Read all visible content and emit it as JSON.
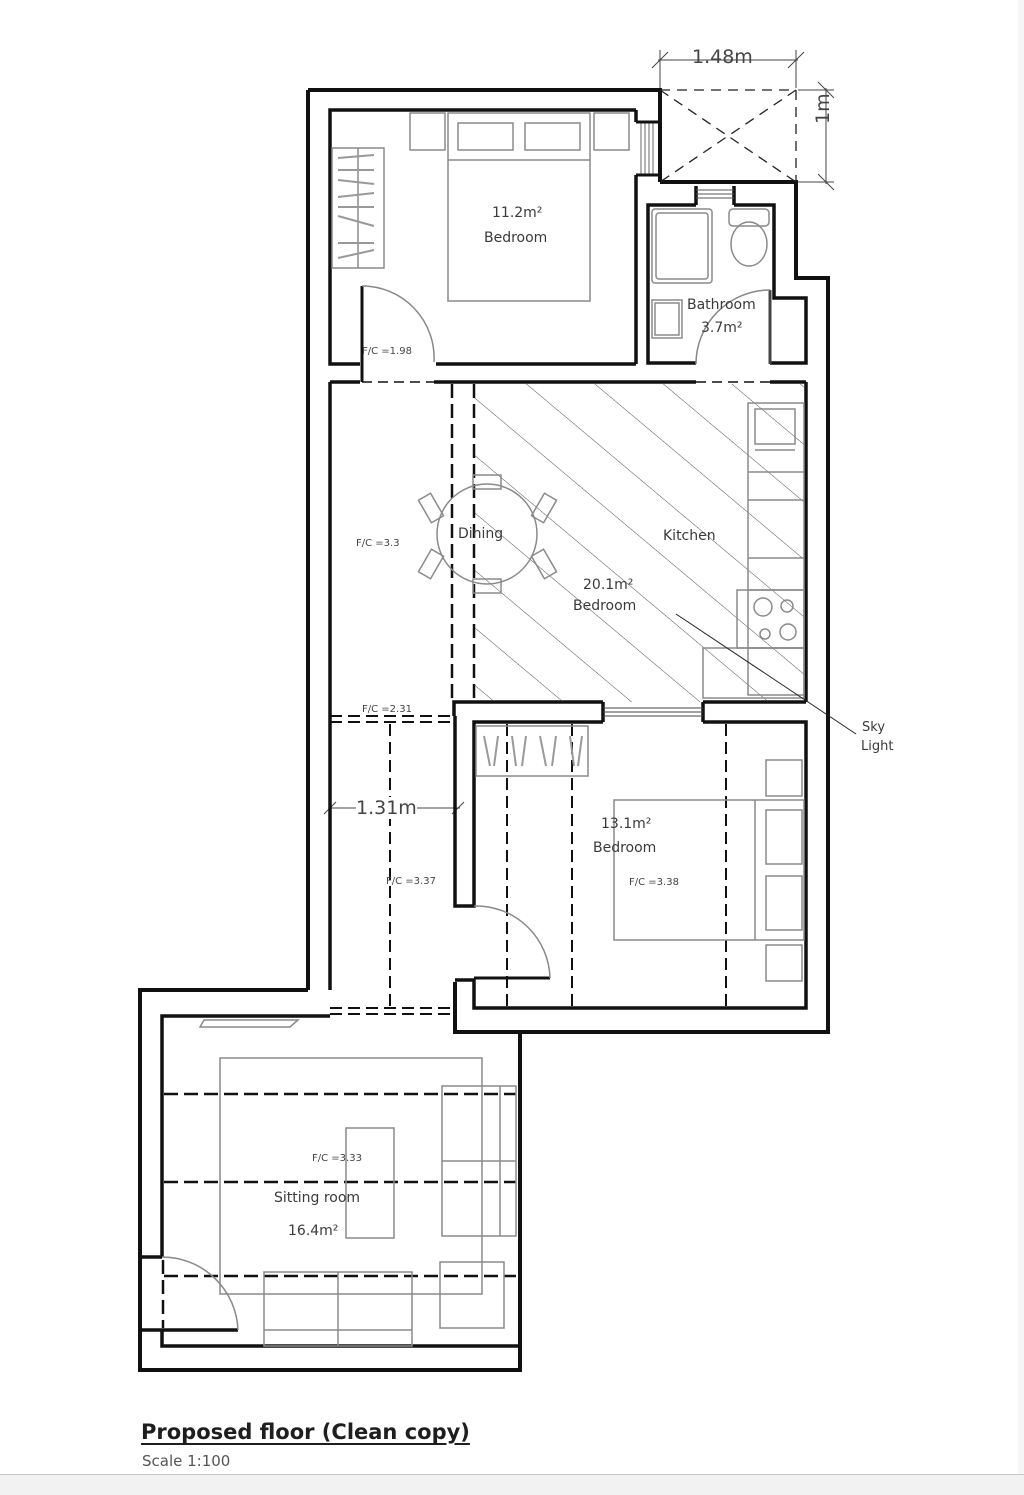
{
  "drawing": {
    "title": "Proposed floor (Clean copy)",
    "scale": "Scale 1:100"
  },
  "dimensions": {
    "skylight_width": "1.48m",
    "skylight_depth": "1m",
    "corridor_width": "1.31m"
  },
  "rooms": {
    "bedroom1": {
      "area": "11.2m²",
      "name": "Bedroom",
      "fc": "F/C =1.98"
    },
    "bathroom": {
      "name": "Bathroom",
      "area": "3.7m²"
    },
    "living": {
      "dining": "Dining",
      "kitchen": "Kitchen",
      "area": "20.1m²",
      "name": "Bedroom",
      "fc_left": "F/C =3.3",
      "fc_bottom": "F/C =2.31"
    },
    "corridor": {
      "fc": "F/C =3.37"
    },
    "bedroom2": {
      "area": "13.1m²",
      "name": "Bedroom",
      "fc": "F/C =3.38"
    },
    "sitting": {
      "fc": "F/C =3.33",
      "name": "Sitting room",
      "area": "16.4m²"
    }
  },
  "annotations": {
    "skylight_line1": "Sky",
    "skylight_line2": "Light"
  },
  "colors": {
    "wall": "#111111",
    "furniture": "#8a8a8a",
    "hatch": "#333333",
    "text": "#3a3a3a"
  }
}
